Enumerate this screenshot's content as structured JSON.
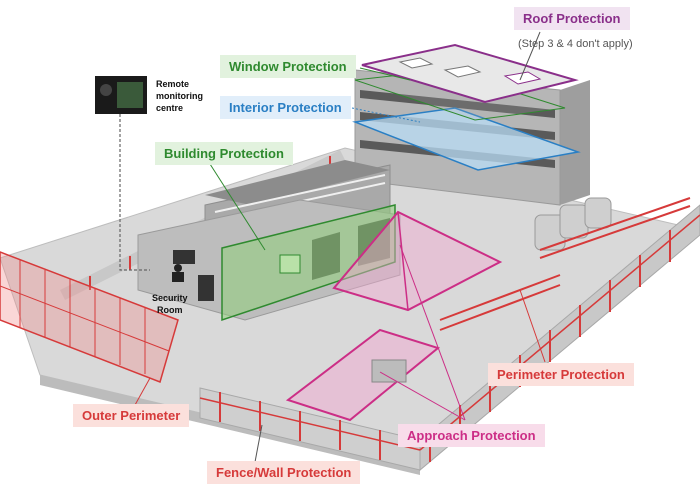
{
  "labels": {
    "roof_protection": "Roof Protection",
    "roof_note": "(Step 3 & 4 don't apply)",
    "window_protection": "Window Protection",
    "interior_protection": "Interior Protection",
    "building_protection": "Building Protection",
    "remote_monitoring_line1": "Remote",
    "remote_monitoring_line2": "monitoring",
    "remote_monitoring_line3": "centre",
    "security_room_line1": "Security",
    "security_room_line2": "Room",
    "perimeter_protection": "Perimeter Protection",
    "outer_perimeter": "Outer Perimeter",
    "approach_protection": "Approach Protection",
    "fence_wall_protection": "Fence/Wall Protection"
  },
  "colors": {
    "roof": "#8a2f8a",
    "roof_bg": "#f1e3f1",
    "window": "#2f8a2f",
    "window_bg": "#e2f2de",
    "interior": "#2a7fc4",
    "interior_bg": "#e1eefa",
    "building": "#2f8a2f",
    "building_bg": "#e2f2de",
    "perimeter": "#d63a3a",
    "perimeter_bg": "#fbe0dc",
    "approach": "#cc2e86",
    "approach_bg": "#f8dcea"
  }
}
